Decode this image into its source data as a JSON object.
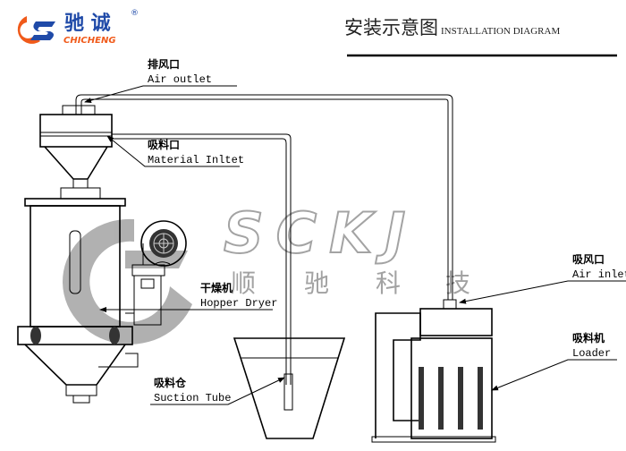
{
  "logo": {
    "cn": "驰 诚",
    "en": "CHICHENG",
    "registered": "®",
    "accent_blue": "#1f4aa8",
    "accent_orange": "#f05a1a"
  },
  "header": {
    "title_cn": "安装示意图",
    "title_en": "INSTALLATION DIAGRAM"
  },
  "watermark": {
    "text": "SCKJ",
    "cn": [
      "顺",
      "驰",
      "科",
      "技"
    ]
  },
  "labels": {
    "air_outlet": {
      "cn": "排风口",
      "en": "Air outlet"
    },
    "material_inlet": {
      "cn": "吸料口",
      "en": "Material Inltet"
    },
    "hopper_dryer": {
      "cn": "干燥机",
      "en": "Hopper Dryer"
    },
    "suction_tube": {
      "cn": "吸料仓",
      "en": "Suction Tube"
    },
    "air_inlet": {
      "cn": "吸风口",
      "en": "Air inlet"
    },
    "loader": {
      "cn": "吸料机",
      "en": "Loader"
    }
  }
}
